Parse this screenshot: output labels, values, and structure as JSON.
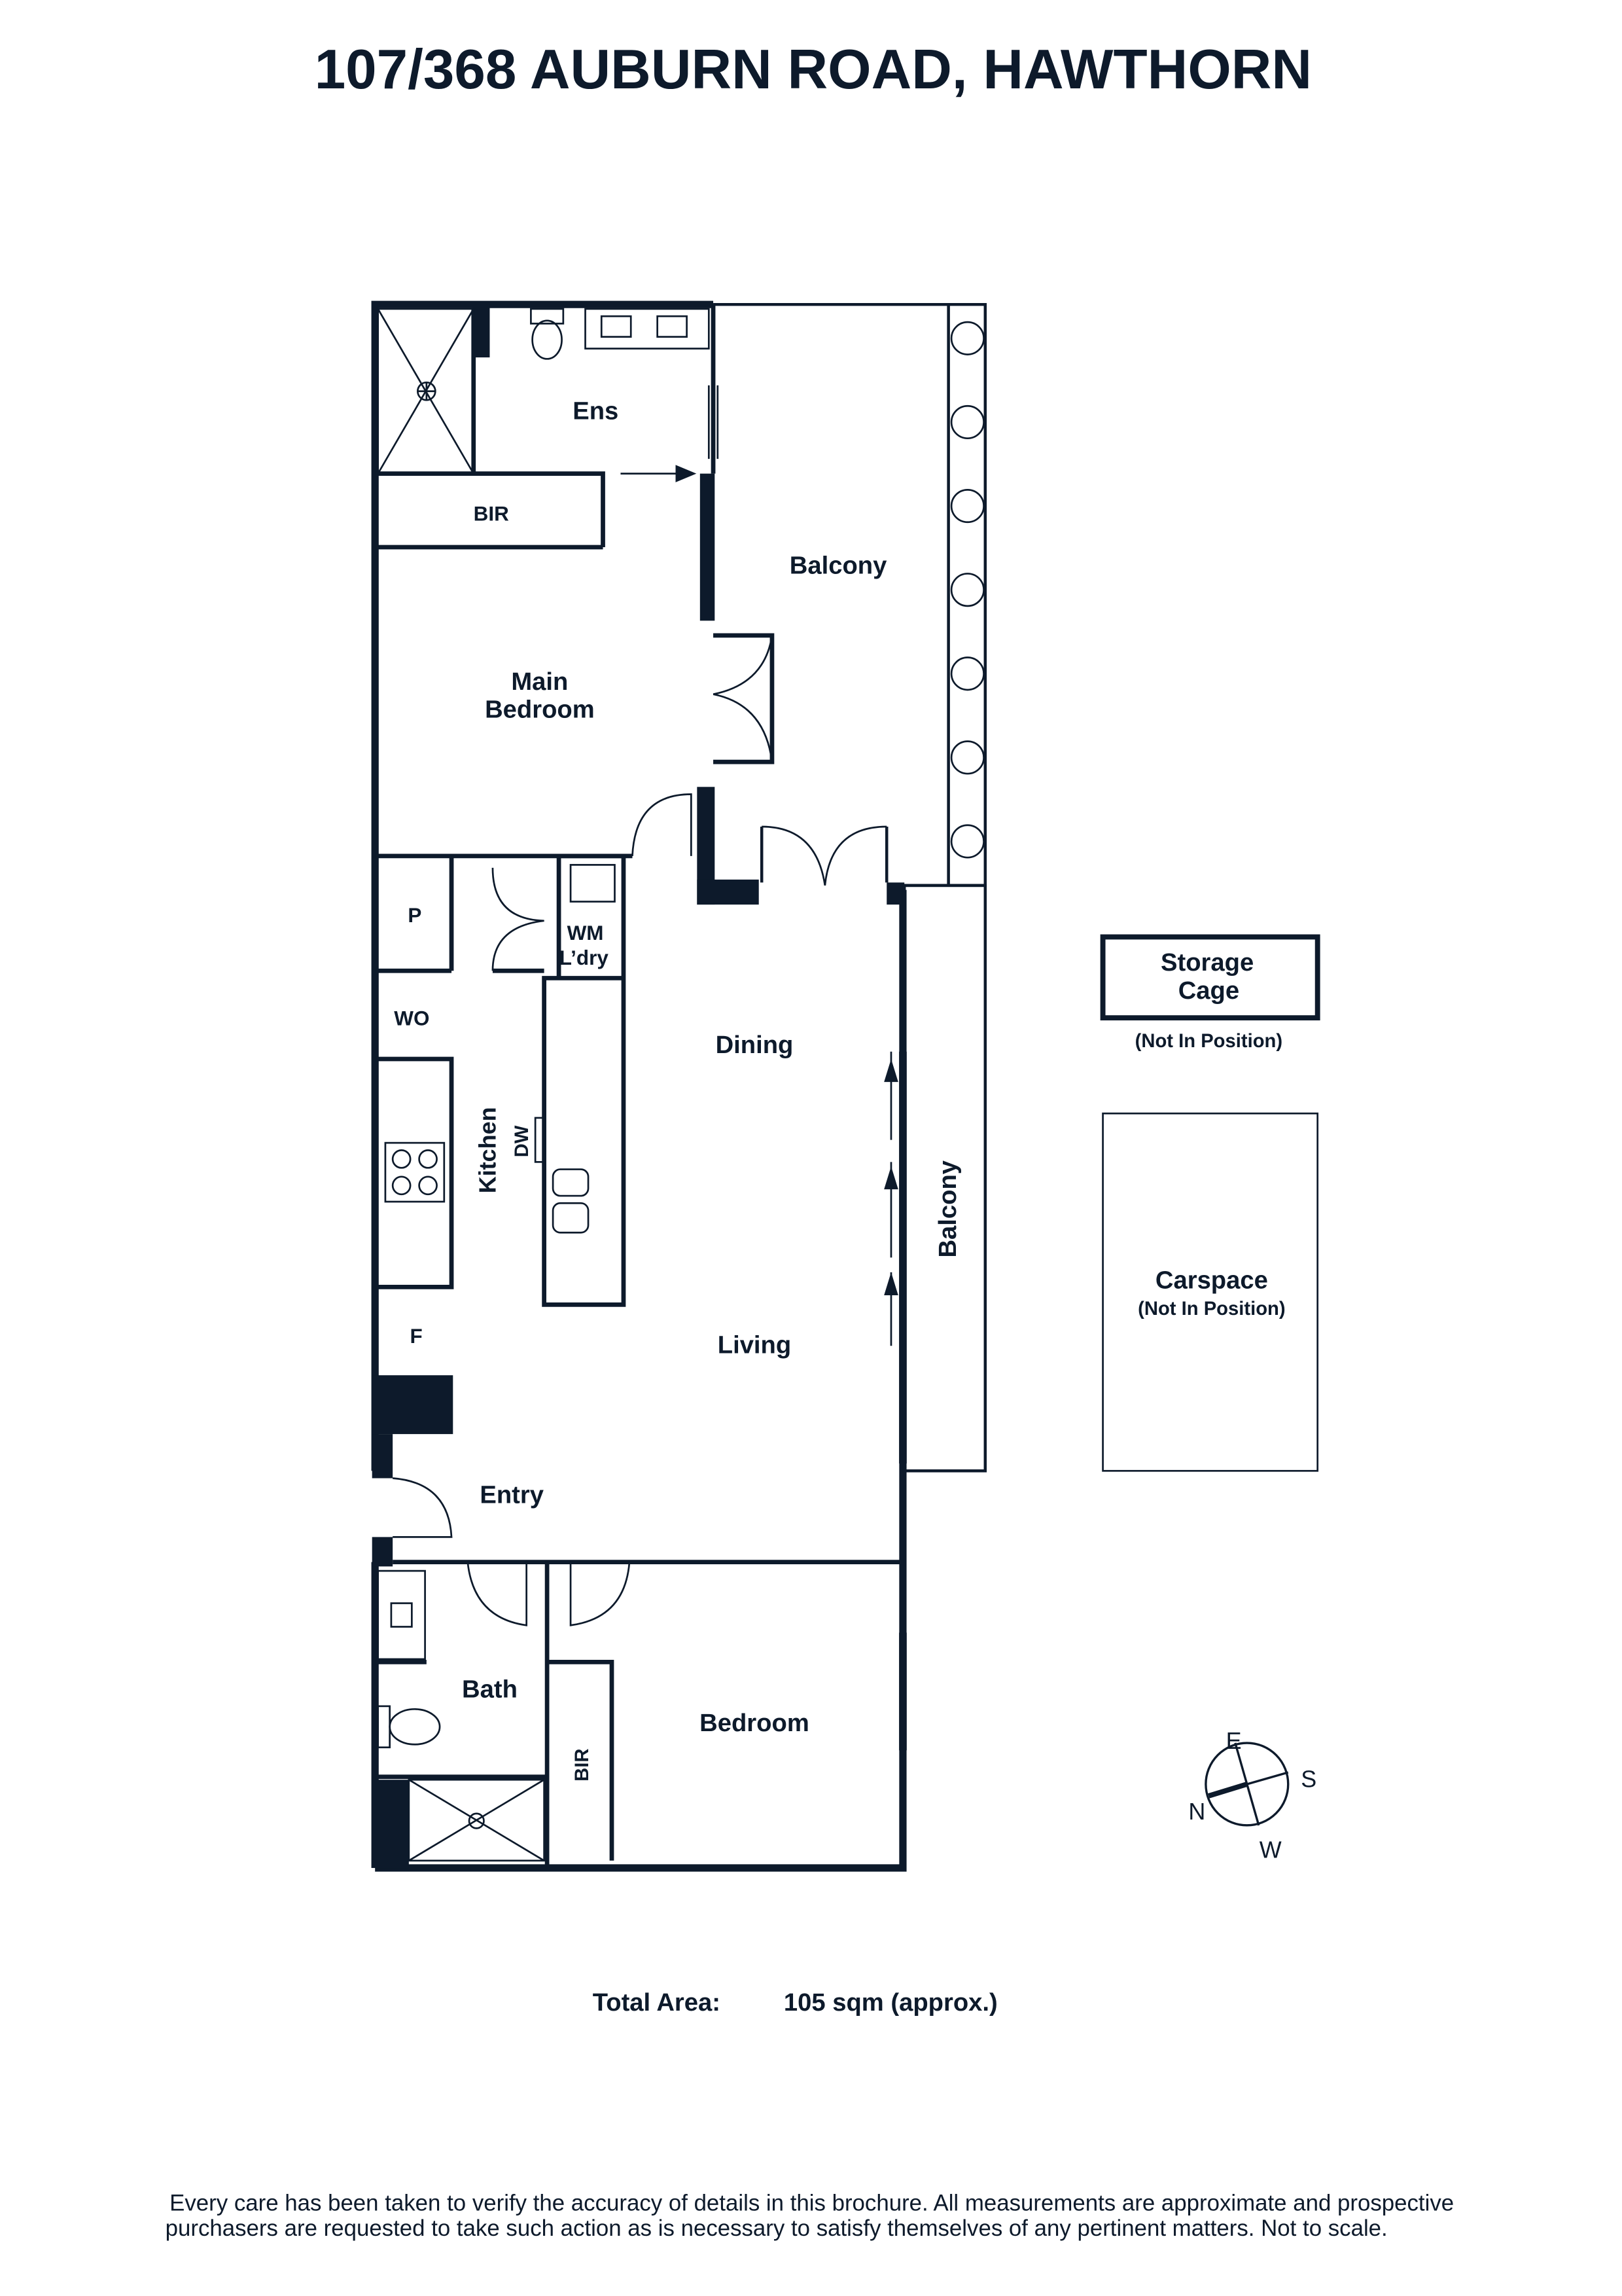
{
  "title": "107/368 AUBURN ROAD, HAWTHORN",
  "rooms": {
    "ens": "Ens",
    "bir_main": "BIR",
    "balcony_main": "Balcony",
    "main_bedroom_1": "Main",
    "main_bedroom_2": "Bedroom",
    "pantry": "P",
    "wm": "WM",
    "laundry": "L’dry",
    "wo": "WO",
    "kitchen": "Kitchen",
    "dw": "DW",
    "dining": "Dining",
    "living": "Living",
    "balcony_side": "Balcony",
    "fridge": "F",
    "entry": "Entry",
    "bath": "Bath",
    "bir_bedroom": "BIR",
    "bedroom": "Bedroom"
  },
  "storage": {
    "label_1": "Storage",
    "label_2": "Cage",
    "note": "(Not In Position)"
  },
  "carspace": {
    "label": "Carspace",
    "note": "(Not In Position)"
  },
  "compass": {
    "n": "N",
    "e": "E",
    "s": "S",
    "w": "W"
  },
  "area": {
    "label": "Total Area:",
    "value": "105 sqm (approx.)"
  },
  "disclaimer": {
    "line1": "Every care has been taken to verify the accuracy of details in this brochure. All measurements are approximate and prospective",
    "line2": "purchasers are requested to take such action as is necessary to satisfy themselves of any pertinent matters. Not to scale."
  },
  "colors": {
    "ink": "#0d1a2b"
  }
}
